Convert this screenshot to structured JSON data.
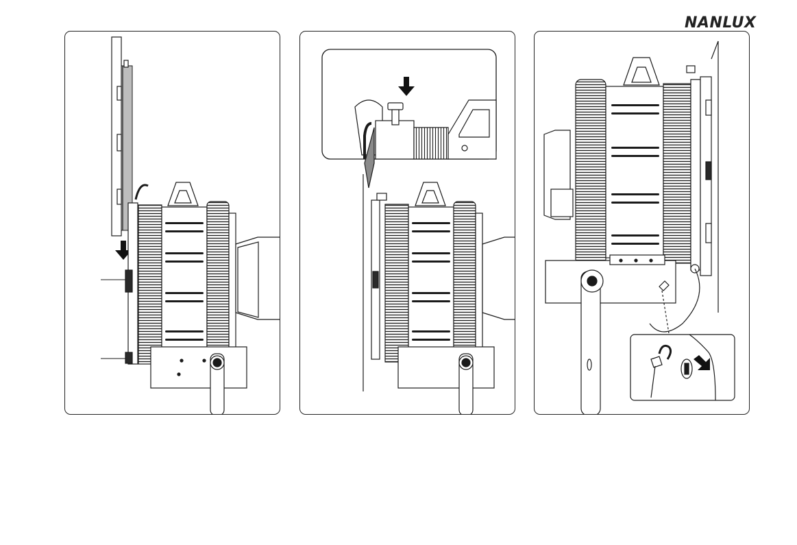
{
  "brand": {
    "logo_text": "NANLUX"
  },
  "figures": [
    {
      "id": "panel-1",
      "arrow_direction": "down",
      "callout_lines": 2
    },
    {
      "id": "panel-2",
      "arrow_direction": "down",
      "has_inset": true
    },
    {
      "id": "panel-3",
      "has_inset": true,
      "inset_arrow_direction": "down-right"
    }
  ],
  "colors": {
    "line": "#1a1a1a",
    "frame": "#222222",
    "arrow": "#111111",
    "fill_dark": "#2a2a2a",
    "fill_light": "#ffffff"
  }
}
